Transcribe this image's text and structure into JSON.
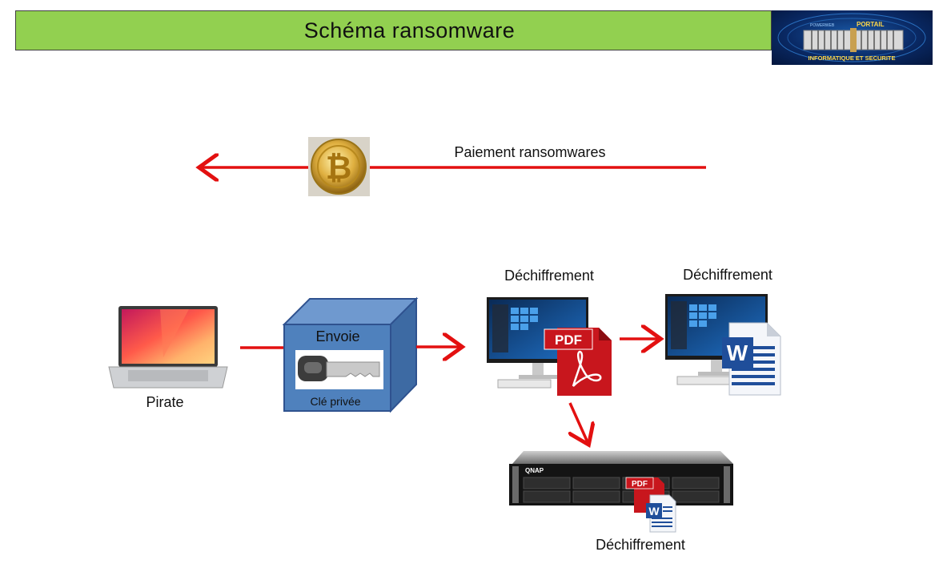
{
  "title": "Schéma ransomware",
  "logo": {
    "top_text": "PORTAIL",
    "small_text": "POWERWEB",
    "bottom_text": "INFORMATIQUE  ET  SECURITE"
  },
  "payment_label": "Paiement ransomwares",
  "pirate_label": "Pirate",
  "box": {
    "title": "Envoie",
    "caption": "Clé privée"
  },
  "decrypt_label_1": "Déchiffrement",
  "decrypt_label_2": "Déchiffrement",
  "decrypt_label_3": "Déchiffrement",
  "pdf_text": "PDF",
  "word_letter": "W",
  "server_brand": "QNAP",
  "colors": {
    "title_bg": "#92d050",
    "arrow": "#e31010",
    "box_front": "#4f81bd",
    "box_side": "#3d6aa3",
    "box_top": "#6f99cf",
    "box_border": "#2f528f"
  }
}
